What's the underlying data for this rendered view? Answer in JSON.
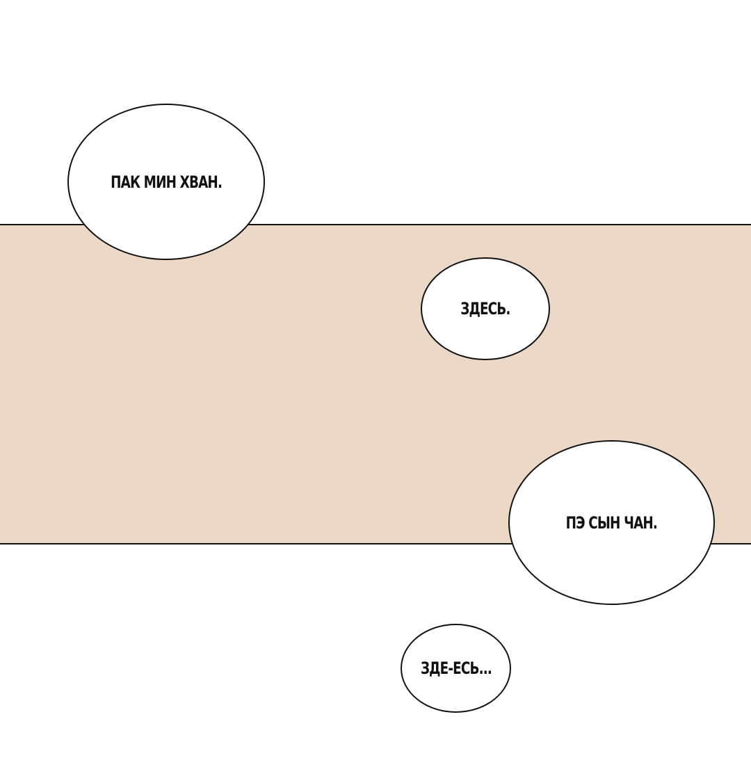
{
  "colors": {
    "panel_fill": "#ecd8c7",
    "background": "#ffffff",
    "outline": "#111111"
  },
  "bubbles": [
    {
      "text": "ПАК МИН ХВАН."
    },
    {
      "text": "ЗДЕСЬ."
    },
    {
      "text": "ПЭ СЫН ЧАН."
    },
    {
      "text": "ЗДЕ-ЕСЬ..."
    }
  ]
}
